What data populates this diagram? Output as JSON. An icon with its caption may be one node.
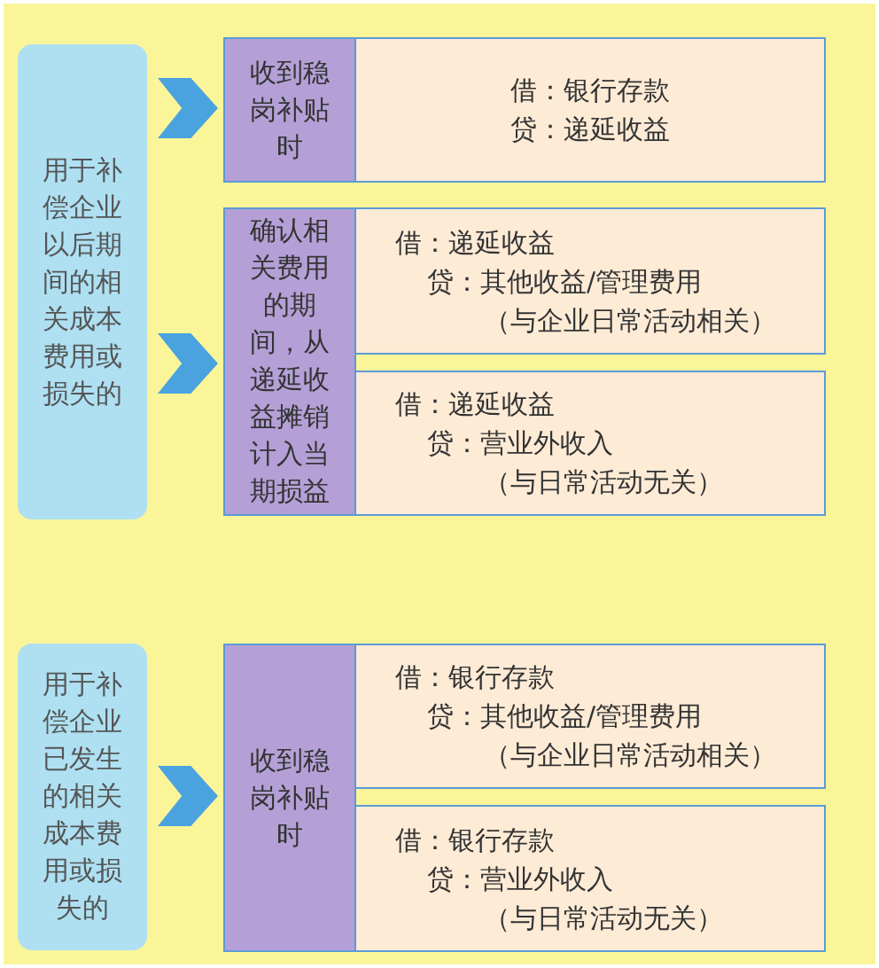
{
  "diagram": {
    "nodes": [
      {
        "text": [
          "用于补偿企业以后期间的相关成本费用或损失的"
        ]
      },
      {
        "text": [
          "收到稳岗补贴时"
        ]
      },
      {
        "text": [
          "借：银行存款",
          "贷：递延收益"
        ]
      },
      {
        "text": [
          "确认相关费用的期间，从递延收益摊销计入当期损益"
        ]
      },
      {
        "text": [
          "借：递延收益",
          "贷：其他收益/管理费用",
          "（与企业日常活动相关）"
        ]
      },
      {
        "text": [
          "借：递延收益",
          "贷：营业外收入",
          "（与日常活动无关）"
        ]
      },
      {
        "text": [
          "用于补偿企业已发生的相关成本费用或损失的"
        ]
      },
      {
        "text": [
          "收到稳岗补贴时"
        ]
      },
      {
        "text": [
          "借：银行存款",
          "贷：其他收益/管理费用",
          "（与企业日常活动相关）"
        ]
      },
      {
        "text": [
          "借：银行存款",
          "贷：营业外收入",
          "（与日常活动无关）"
        ]
      }
    ],
    "edges": [
      {
        "from": 0,
        "to": 1,
        "arrow": "to"
      },
      {
        "from": 0,
        "to": 3,
        "arrow": "to"
      },
      {
        "from": 6,
        "to": 7,
        "arrow": "to"
      }
    ]
  }
}
